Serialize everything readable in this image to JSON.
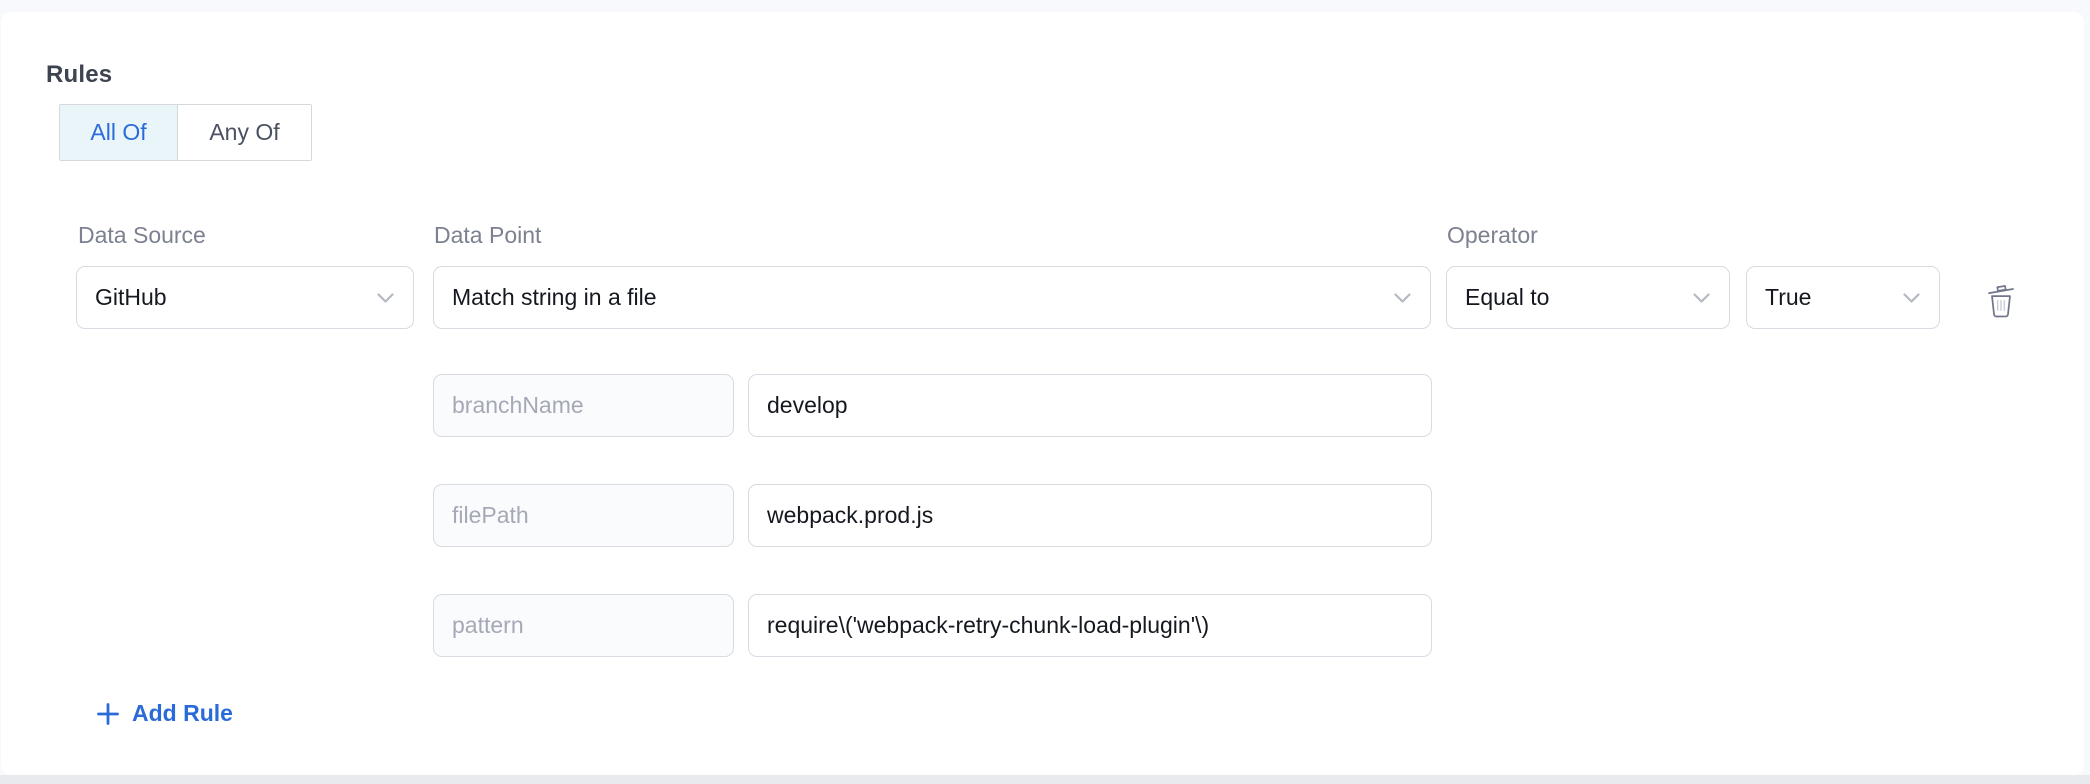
{
  "colors": {
    "accent_blue": "#2b6bd9",
    "selected_segment_bg": "#eaf5fa",
    "input_border": "#d9dbe2",
    "label_gray": "#7c8191",
    "key_text_gray": "#a5a9b7",
    "value_text": "#15181f",
    "icon_gray": "#70758a",
    "page_top_strip": "#f8f9fc",
    "page_bottom_strip": "#e9eaee",
    "card_bg": "#ffffff"
  },
  "rules": {
    "title": "Rules",
    "match_modes": [
      {
        "label": "All Of",
        "selected": true
      },
      {
        "label": "Any Of",
        "selected": false
      }
    ],
    "rule": {
      "data_source": {
        "label": "Data Source",
        "value": "GitHub"
      },
      "data_point": {
        "label": "Data Point",
        "value": "Match string in a file"
      },
      "operator": {
        "label": "Operator",
        "value": "Equal to"
      },
      "expected": {
        "value": "True"
      },
      "params": [
        {
          "key": "branchName",
          "value": "develop"
        },
        {
          "key": "filePath",
          "value": "webpack.prod.js"
        },
        {
          "key": "pattern",
          "value": "require\\('webpack-retry-chunk-load-plugin'\\)"
        }
      ]
    },
    "add_rule_label": "Add Rule"
  }
}
